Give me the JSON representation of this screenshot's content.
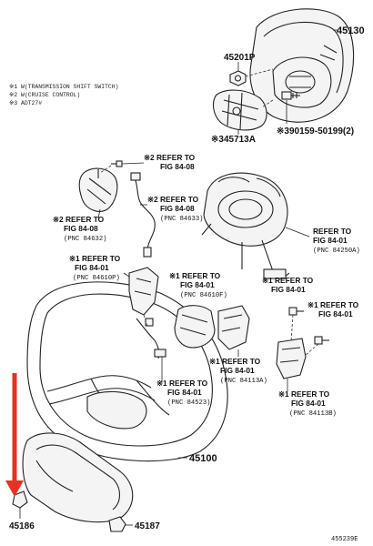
{
  "notes": [
    "※1 W(TRANSMISSION SHIFT SWITCH)",
    "※2 W(CRUISE CONTROL)",
    "※3 ADT27#"
  ],
  "parts": {
    "p45130": "45130",
    "p45201P": "45201P",
    "p45713A": "※345713A",
    "p90159": "※390159-50199(2)",
    "p45100": "45100",
    "p45186": "45186",
    "p45187": "45187"
  },
  "refs": {
    "r1": {
      "l1": "※2 REFER TO",
      "l2": "FIG 84-08",
      "l3": ""
    },
    "r2": {
      "l1": "※2 REFER TO",
      "l2": "FIG 84-08",
      "l3": "(PNC 84633)"
    },
    "r3": {
      "l1": "※2 REFER TO",
      "l2": "FIG 84-08",
      "l3": "(PNC 84632)"
    },
    "r4": {
      "l1": "REFER TO",
      "l2": "FIG 84-01",
      "l3": "(PNC 84250A)"
    },
    "r5": {
      "l1": "※1 REFER TO",
      "l2": "FIG 84-01",
      "l3": "(PNC 84610P)"
    },
    "r6": {
      "l1": "※1 REFER TO",
      "l2": "FIG 84-01",
      "l3": "(PNC 84610F)"
    },
    "r7": {
      "l1": "※1 REFER TO",
      "l2": "FIG 84-01",
      "l3": ""
    },
    "r8": {
      "l1": "※1 REFER TO",
      "l2": "FIG 84-01",
      "l3": ""
    },
    "r9": {
      "l1": "※1 REFER TO",
      "l2": "FIG 84-01",
      "l3": "(PNC 84113A)"
    },
    "r10": {
      "l1": "※1 REFER TO",
      "l2": "FIG 84-01",
      "l3": "(PNC 84523)"
    },
    "r11": {
      "l1": "※1 REFER TO",
      "l2": "FIG 84-01",
      "l3": "(PNC 84113B)"
    }
  },
  "diagram_id": "455239E",
  "colors": {
    "arrow": "#e53323",
    "ink": "#222222"
  }
}
